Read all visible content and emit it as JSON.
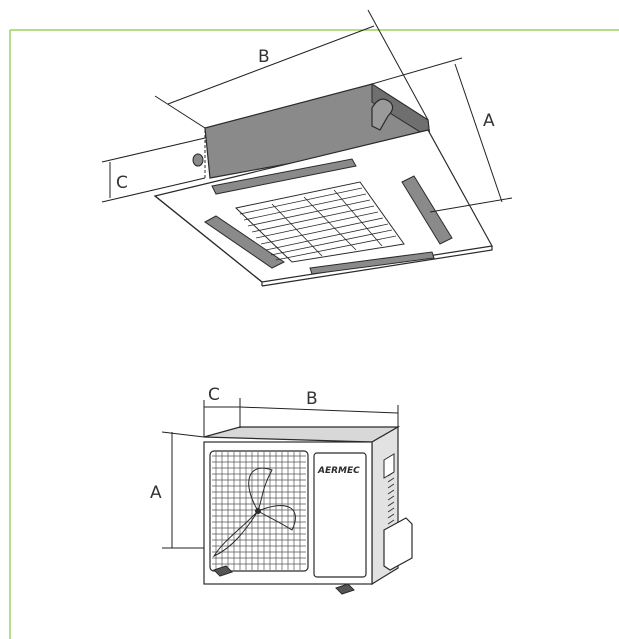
{
  "cassette_unit": {
    "dim_a": "A",
    "dim_b": "B",
    "dim_c": "C"
  },
  "outdoor_unit": {
    "dim_a": "A",
    "dim_b": "B",
    "dim_c": "C",
    "brand": "AERMEC"
  },
  "colors": {
    "frame": "#8cc63f",
    "body_gray": "#8a8a8a",
    "ink": "#2b2b2b"
  }
}
